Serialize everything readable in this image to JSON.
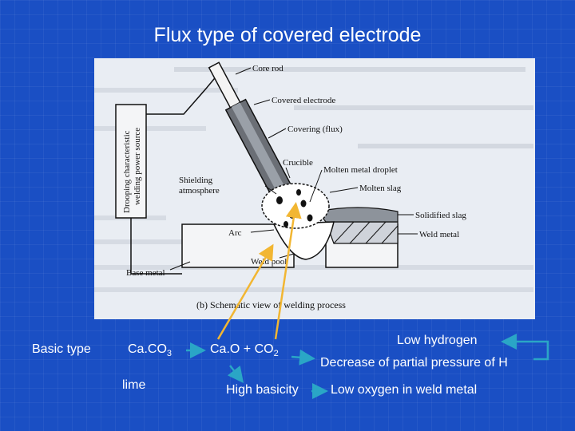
{
  "slide": {
    "title": "Flux type of covered electrode",
    "accent_color": "#1a4fc4",
    "arrow_color": "#f2b632",
    "link_color": "#2aa6c6"
  },
  "figure": {
    "labels": {
      "core_rod": "Core rod",
      "covered_electrode": "Covered electrode",
      "covering": "Covering (flux)",
      "crucible": "Crucible",
      "shielding_line1": "Shielding",
      "shielding_line2": "atmosphere",
      "molten_droplet": "Molten metal droplet",
      "molten_slag": "Molten slag",
      "solidified_slag": "Solidified slag",
      "weld_metal": "Weld metal",
      "arc": "Arc",
      "weld_pool": "Weld pool",
      "base_metal": "Base metal",
      "power_line1": "Drooping characteristic",
      "power_line2": "welding power source"
    },
    "caption": "(b) Schematic view of welding process"
  },
  "notes": {
    "basic_type": "Basic type",
    "caco3_main": "Ca.CO",
    "caco3_sub": "3",
    "lime": "lime",
    "cao_main": "Ca.O  + CO",
    "cao_sub": "2",
    "high_basicity": "High basicity",
    "low_hydrogen": "Low hydrogen",
    "decrease_h": "Decrease of partial pressure of H",
    "low_oxygen": "Low oxygen in weld metal"
  }
}
